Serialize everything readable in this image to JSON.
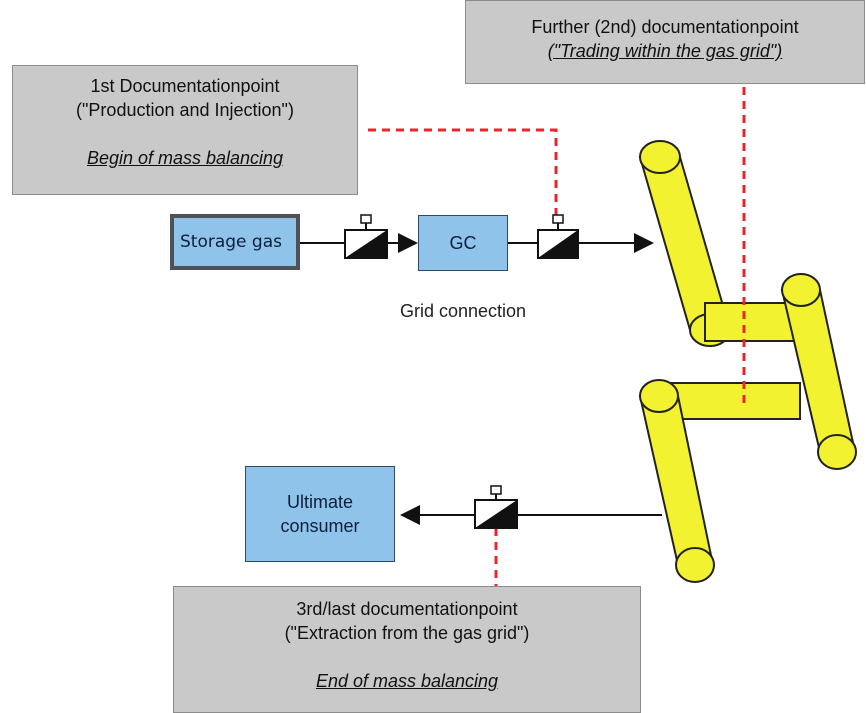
{
  "doc_points": {
    "first": {
      "title": "1st Documentationpoint",
      "detail": "(\"Production and Injection\")",
      "note": "Begin of mass balancing"
    },
    "second": {
      "title": "Further (2nd) documentationpoint",
      "note": "(\"Trading within the gas grid\")"
    },
    "third": {
      "title": "3rd/last documentationpoint",
      "detail": "(\"Extraction from the gas grid\")",
      "note": "End of mass balancing"
    }
  },
  "nodes": {
    "storage_gas": "Storage gas",
    "gc": "GC",
    "grid_connection": "Grid connection",
    "ultimate_consumer": "Ultimate consumer"
  },
  "colors": {
    "doc_box": "#c9c9c9",
    "node_box": "#8fc3ea",
    "pipe": "#f2f230",
    "dashed_line": "#e8262b"
  }
}
